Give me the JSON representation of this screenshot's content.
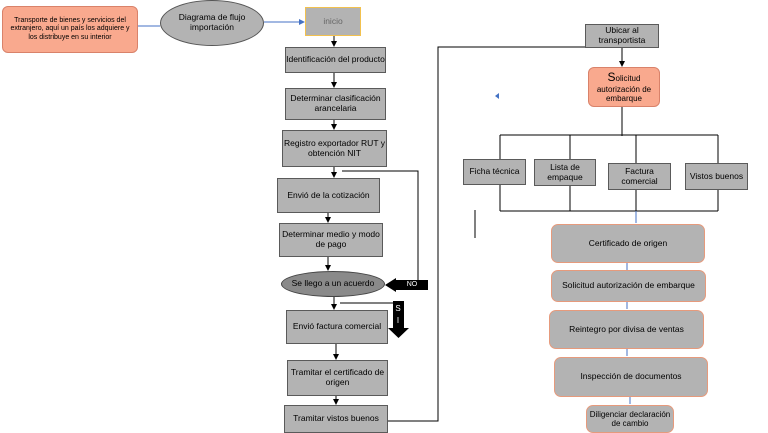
{
  "intro_note": "Transporte de bienes y servicios del extranjero, aquí  un país los adquiere y los distribuye en su interior",
  "title_ellipse": "Diagrama de flujo importación",
  "left_flow": {
    "start": "inicio",
    "step1": "Identificación del producto",
    "step2": "Determinar clasificación arancelaria",
    "step3": "Registro exportador RUT y obtención NIT",
    "step4": "Envió de la cotización",
    "step5": "Determinar medio y modo de pago",
    "decision": "Se llego a un acuerdo",
    "no_label": "NO",
    "si_label_1": "S",
    "si_label_2": "I",
    "step6": "Envió factura comercial",
    "step7": "Tramitar el certificado de origen",
    "step8": "Tramitar vistos buenos"
  },
  "right_flow": {
    "carrier": "Ubicar al transportista",
    "authorization_big": "S",
    "authorization_rest": "olicitud autorización de embarque",
    "docs": [
      "Ficha técnica",
      "Lista de empaque",
      "Factura comercial",
      "Vistos buenos"
    ],
    "certificate": "Certificado de origen",
    "shipment_request": "Solicitud autorización de embarque",
    "reimbursement": "Reintegro por divisa de ventas",
    "inspection": "Inspección de documentos",
    "exchange": "Diligenciar declaración de cambio"
  },
  "colors": {
    "box": "#b3b3b3",
    "orange": "#f9a98e",
    "arrow": "#000000",
    "blue": "#4472c4"
  }
}
